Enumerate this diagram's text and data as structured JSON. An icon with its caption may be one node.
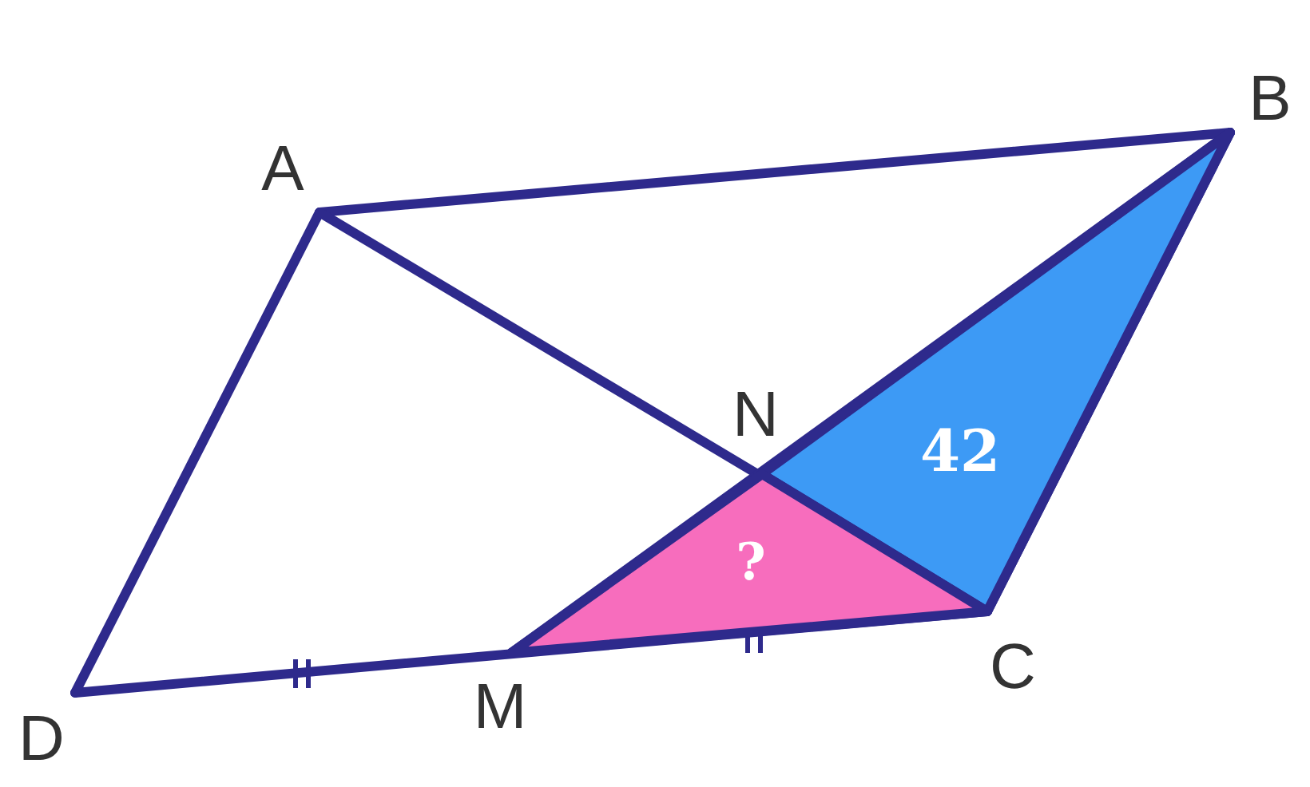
{
  "diagram": {
    "nodes": [
      {
        "text": [
          "42"
        ]
      },
      {
        "text": [
          "?"
        ]
      }
    ],
    "labels": [
      "B",
      "A",
      "N",
      "D",
      "M",
      "C"
    ]
  }
}
